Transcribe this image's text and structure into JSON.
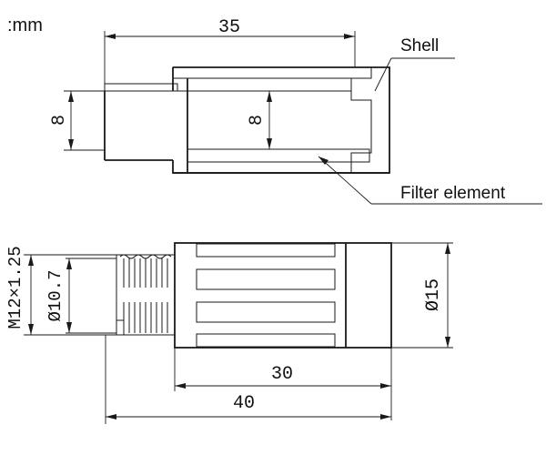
{
  "unit_label": ":mm",
  "callouts": {
    "shell": "Shell",
    "filter_element": "Filter element"
  },
  "section_view": {
    "overall_length": "35",
    "outer_bore": "8",
    "inner_bore": "8"
  },
  "side_view": {
    "thread": "M12×1.25",
    "thread_minor_diameter": "Ø10.7",
    "body_diameter": "Ø15",
    "body_length": "30",
    "overall_length": "40"
  }
}
